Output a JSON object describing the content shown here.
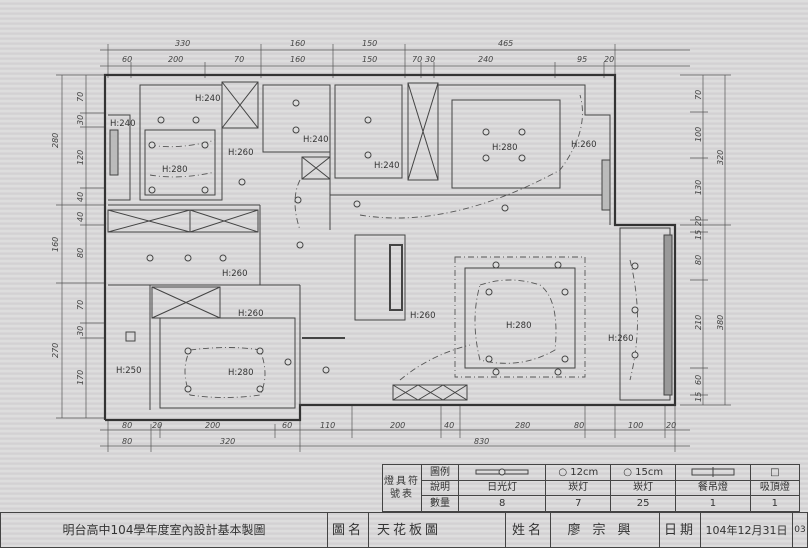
{
  "dimensions": {
    "top_outer": [
      "330",
      "160",
      "150",
      "465"
    ],
    "top_inner": [
      "60",
      "200",
      "70",
      "160",
      "150",
      "70",
      "30",
      "240",
      "95",
      "20"
    ],
    "bottom_inner": [
      "80",
      "20",
      "200",
      "60",
      "110",
      "200",
      "40",
      "280",
      "80",
      "100",
      "20"
    ],
    "bottom_outer": [
      "80",
      "320",
      "830"
    ],
    "left_outer": [
      "280",
      "160",
      "270"
    ],
    "left_inner": [
      "70",
      "30",
      "120",
      "40",
      "40",
      "80",
      "70",
      "30",
      "170"
    ],
    "right_outer": [
      "320",
      "380"
    ],
    "right_inner": [
      "70",
      "100",
      "130",
      "20",
      "15",
      "80",
      "210",
      "60",
      "15"
    ]
  },
  "rooms": {
    "top_left_upper": "H:240",
    "top_left_small": "H:240",
    "top_left_bath": "H:280",
    "top_left_corridor": "H:260",
    "stair_top": "H:240",
    "room_top_mid": "H:240",
    "top_right_inner": "H:280",
    "top_right_outer": "H:260",
    "middle_left": "H:260",
    "lower_left_stair": "H:250",
    "lower_left_room": "H:260",
    "lower_left_inner": "H:280",
    "center": "H:260",
    "living_inner": "H:280",
    "living_outer": "H:260"
  },
  "legend": {
    "header": "燈具符號表",
    "row_labels": [
      "圖例",
      "說明",
      "數量"
    ],
    "items": [
      {
        "symbol": "fluorescent-icon",
        "symbol_text": "",
        "name": "日光灯",
        "qty": "8"
      },
      {
        "symbol": "circle-icon",
        "symbol_text": "12cm",
        "name": "崁灯",
        "qty": "7"
      },
      {
        "symbol": "circle-icon",
        "symbol_text": "15cm",
        "name": "崁灯",
        "qty": "25"
      },
      {
        "symbol": "pendant-icon",
        "symbol_text": "",
        "name": "餐吊燈",
        "qty": "1"
      },
      {
        "symbol": "square-icon",
        "symbol_text": "",
        "name": "吸頂燈",
        "qty": "1"
      }
    ]
  },
  "title_block": {
    "school": "明台高中104學年度室內設計基本製圖",
    "drawing_name_label": "圖名",
    "drawing_name": "天花板圖",
    "name_label": "姓名",
    "name": "廖宗興",
    "date_label": "日期",
    "date": "104年12月31日",
    "sheet": "03"
  }
}
